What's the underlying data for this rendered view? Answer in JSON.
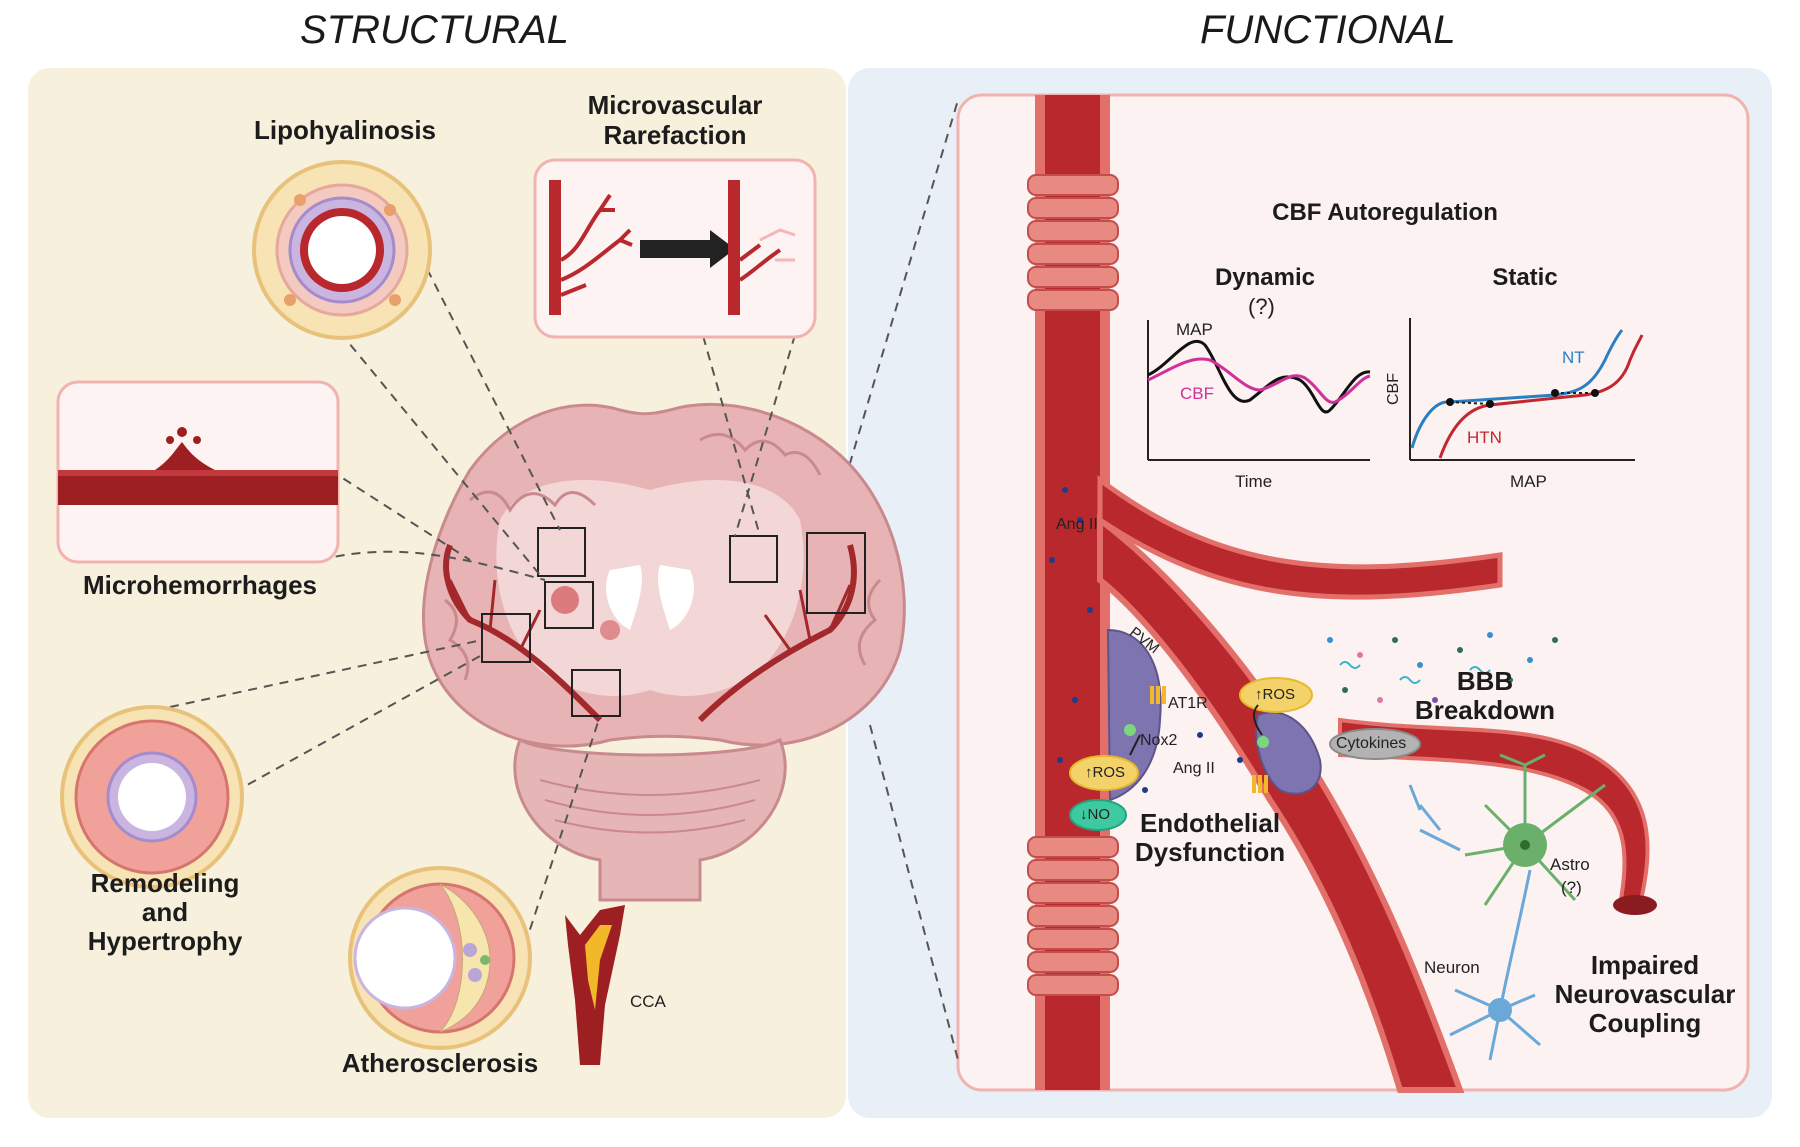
{
  "headers": {
    "structural": "STRUCTURAL",
    "functional": "FUNCTIONAL"
  },
  "structural": {
    "lipohyalinosis": "Lipohyalinosis",
    "rarefaction_line1": "Microvascular",
    "rarefaction_line2": "Rarefaction",
    "microhemorrhages": "Microhemorrhages",
    "remodeling_line1": "Remodeling",
    "remodeling_line2": "and",
    "remodeling_line3": "Hypertrophy",
    "atherosclerosis": "Atherosclerosis",
    "cca": "CCA"
  },
  "functional": {
    "cbf_title": "CBF Autoregulation",
    "dynamic": "Dynamic",
    "dynamic_q": "(?)",
    "static": "Static",
    "map_label": "MAP",
    "cbf_label": "CBF",
    "time_axis": "Time",
    "static_y": "CBF",
    "static_x": "MAP",
    "nt": "NT",
    "htn": "HTN",
    "ang2_top": "Ang II",
    "pvm": "PVM",
    "at1r": "AT1R",
    "nox2": "Nox2",
    "ang2_mid": "Ang II",
    "ros1": "↑ROS",
    "ros2": "↑ROS",
    "no": "↓NO",
    "cytokines": "Cytokines",
    "bbb_line1": "BBB",
    "bbb_line2": "Breakdown",
    "endo_line1": "Endothelial",
    "endo_line2": "Dysfunction",
    "astro": "Astro",
    "astro_q": "(?)",
    "neuron": "Neuron",
    "nvc_line1": "Impaired",
    "nvc_line2": "Neurovascular",
    "nvc_line3": "Coupling"
  },
  "colors": {
    "structural_bg": "#f7f0dc",
    "functional_bg": "#e9eff7",
    "vessel_dark": "#9e1f22",
    "vessel_light": "#e36f6a",
    "cbf_curve": "#d0309a",
    "nt_curve": "#2a7fc2",
    "htn_curve": "#c2272d",
    "astro": "#6ab06a",
    "neuron": "#6aa8d8"
  }
}
